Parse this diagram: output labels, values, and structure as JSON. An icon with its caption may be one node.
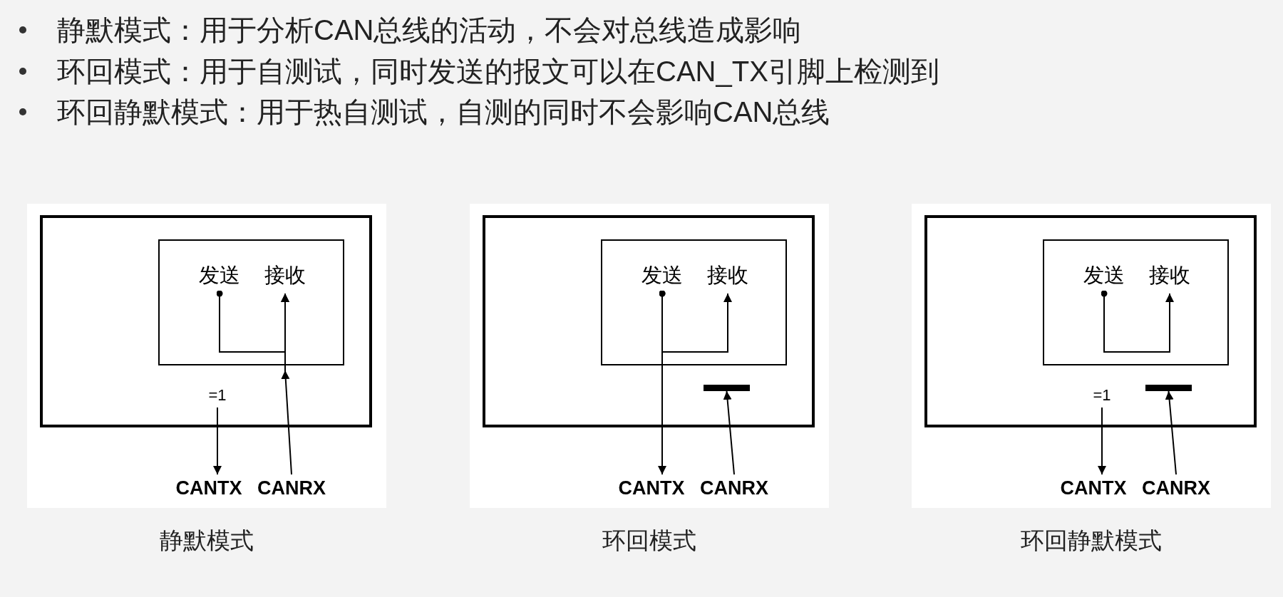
{
  "diagram": {
    "nodes": [
      {
        "text": [],
        "shape": "box"
      },
      {
        "text": [],
        "shape": "box",
        "in": 0
      },
      {
        "text": [
          "发送"
        ],
        "in": 1
      },
      {
        "text": [
          "接收"
        ],
        "in": 1
      },
      {
        "text": [
          "=1"
        ],
        "in": 0
      },
      {
        "text": [
          "CANTX"
        ]
      },
      {
        "text": [
          "CANRX"
        ]
      },
      {
        "text": [],
        "shape": "box"
      },
      {
        "text": [],
        "shape": "box",
        "in": 7
      },
      {
        "text": [
          "发送"
        ],
        "in": 8
      },
      {
        "text": [
          "接收"
        ],
        "in": 8
      },
      {
        "text": [],
        "shape": "bar",
        "in": 7
      },
      {
        "text": [
          "CANTX"
        ]
      },
      {
        "text": [
          "CANRX"
        ]
      },
      {
        "text": [],
        "shape": "box"
      },
      {
        "text": [],
        "shape": "box",
        "in": 14
      },
      {
        "text": [
          "发送"
        ],
        "in": 15
      },
      {
        "text": [
          "接收"
        ],
        "in": 15
      },
      {
        "text": [
          "=1"
        ],
        "in": 14
      },
      {
        "text": [],
        "shape": "bar",
        "in": 14
      },
      {
        "text": [
          "CANTX"
        ]
      },
      {
        "text": [
          "CANRX"
        ]
      }
    ],
    "edges": [
      {
        "from": 2,
        "to": 3,
        "arrow": "to"
      },
      {
        "from": 6,
        "to": 3,
        "arrow": "to"
      },
      {
        "from": 4,
        "to": 5,
        "arrow": "to"
      },
      {
        "from": 9,
        "to": 12,
        "arrow": "to"
      },
      {
        "from": 9,
        "to": 10,
        "arrow": "to"
      },
      {
        "from": 13,
        "to": 11,
        "arrow": "to"
      },
      {
        "from": 16,
        "to": 17,
        "arrow": "to"
      },
      {
        "from": 18,
        "to": 20,
        "arrow": "to"
      },
      {
        "from": 21,
        "to": 19,
        "arrow": "to"
      }
    ],
    "labels": [
      "静默模式：用于分析CAN总线的活动，不会对总线造成影响",
      "环回模式：用于自测试，同时发送的报文可以在CAN_TX引脚上检测到",
      "环回静默模式：用于热自测试，自测的同时不会影响CAN总线",
      "静默模式",
      "环回模式",
      "环回静默模式"
    ]
  }
}
